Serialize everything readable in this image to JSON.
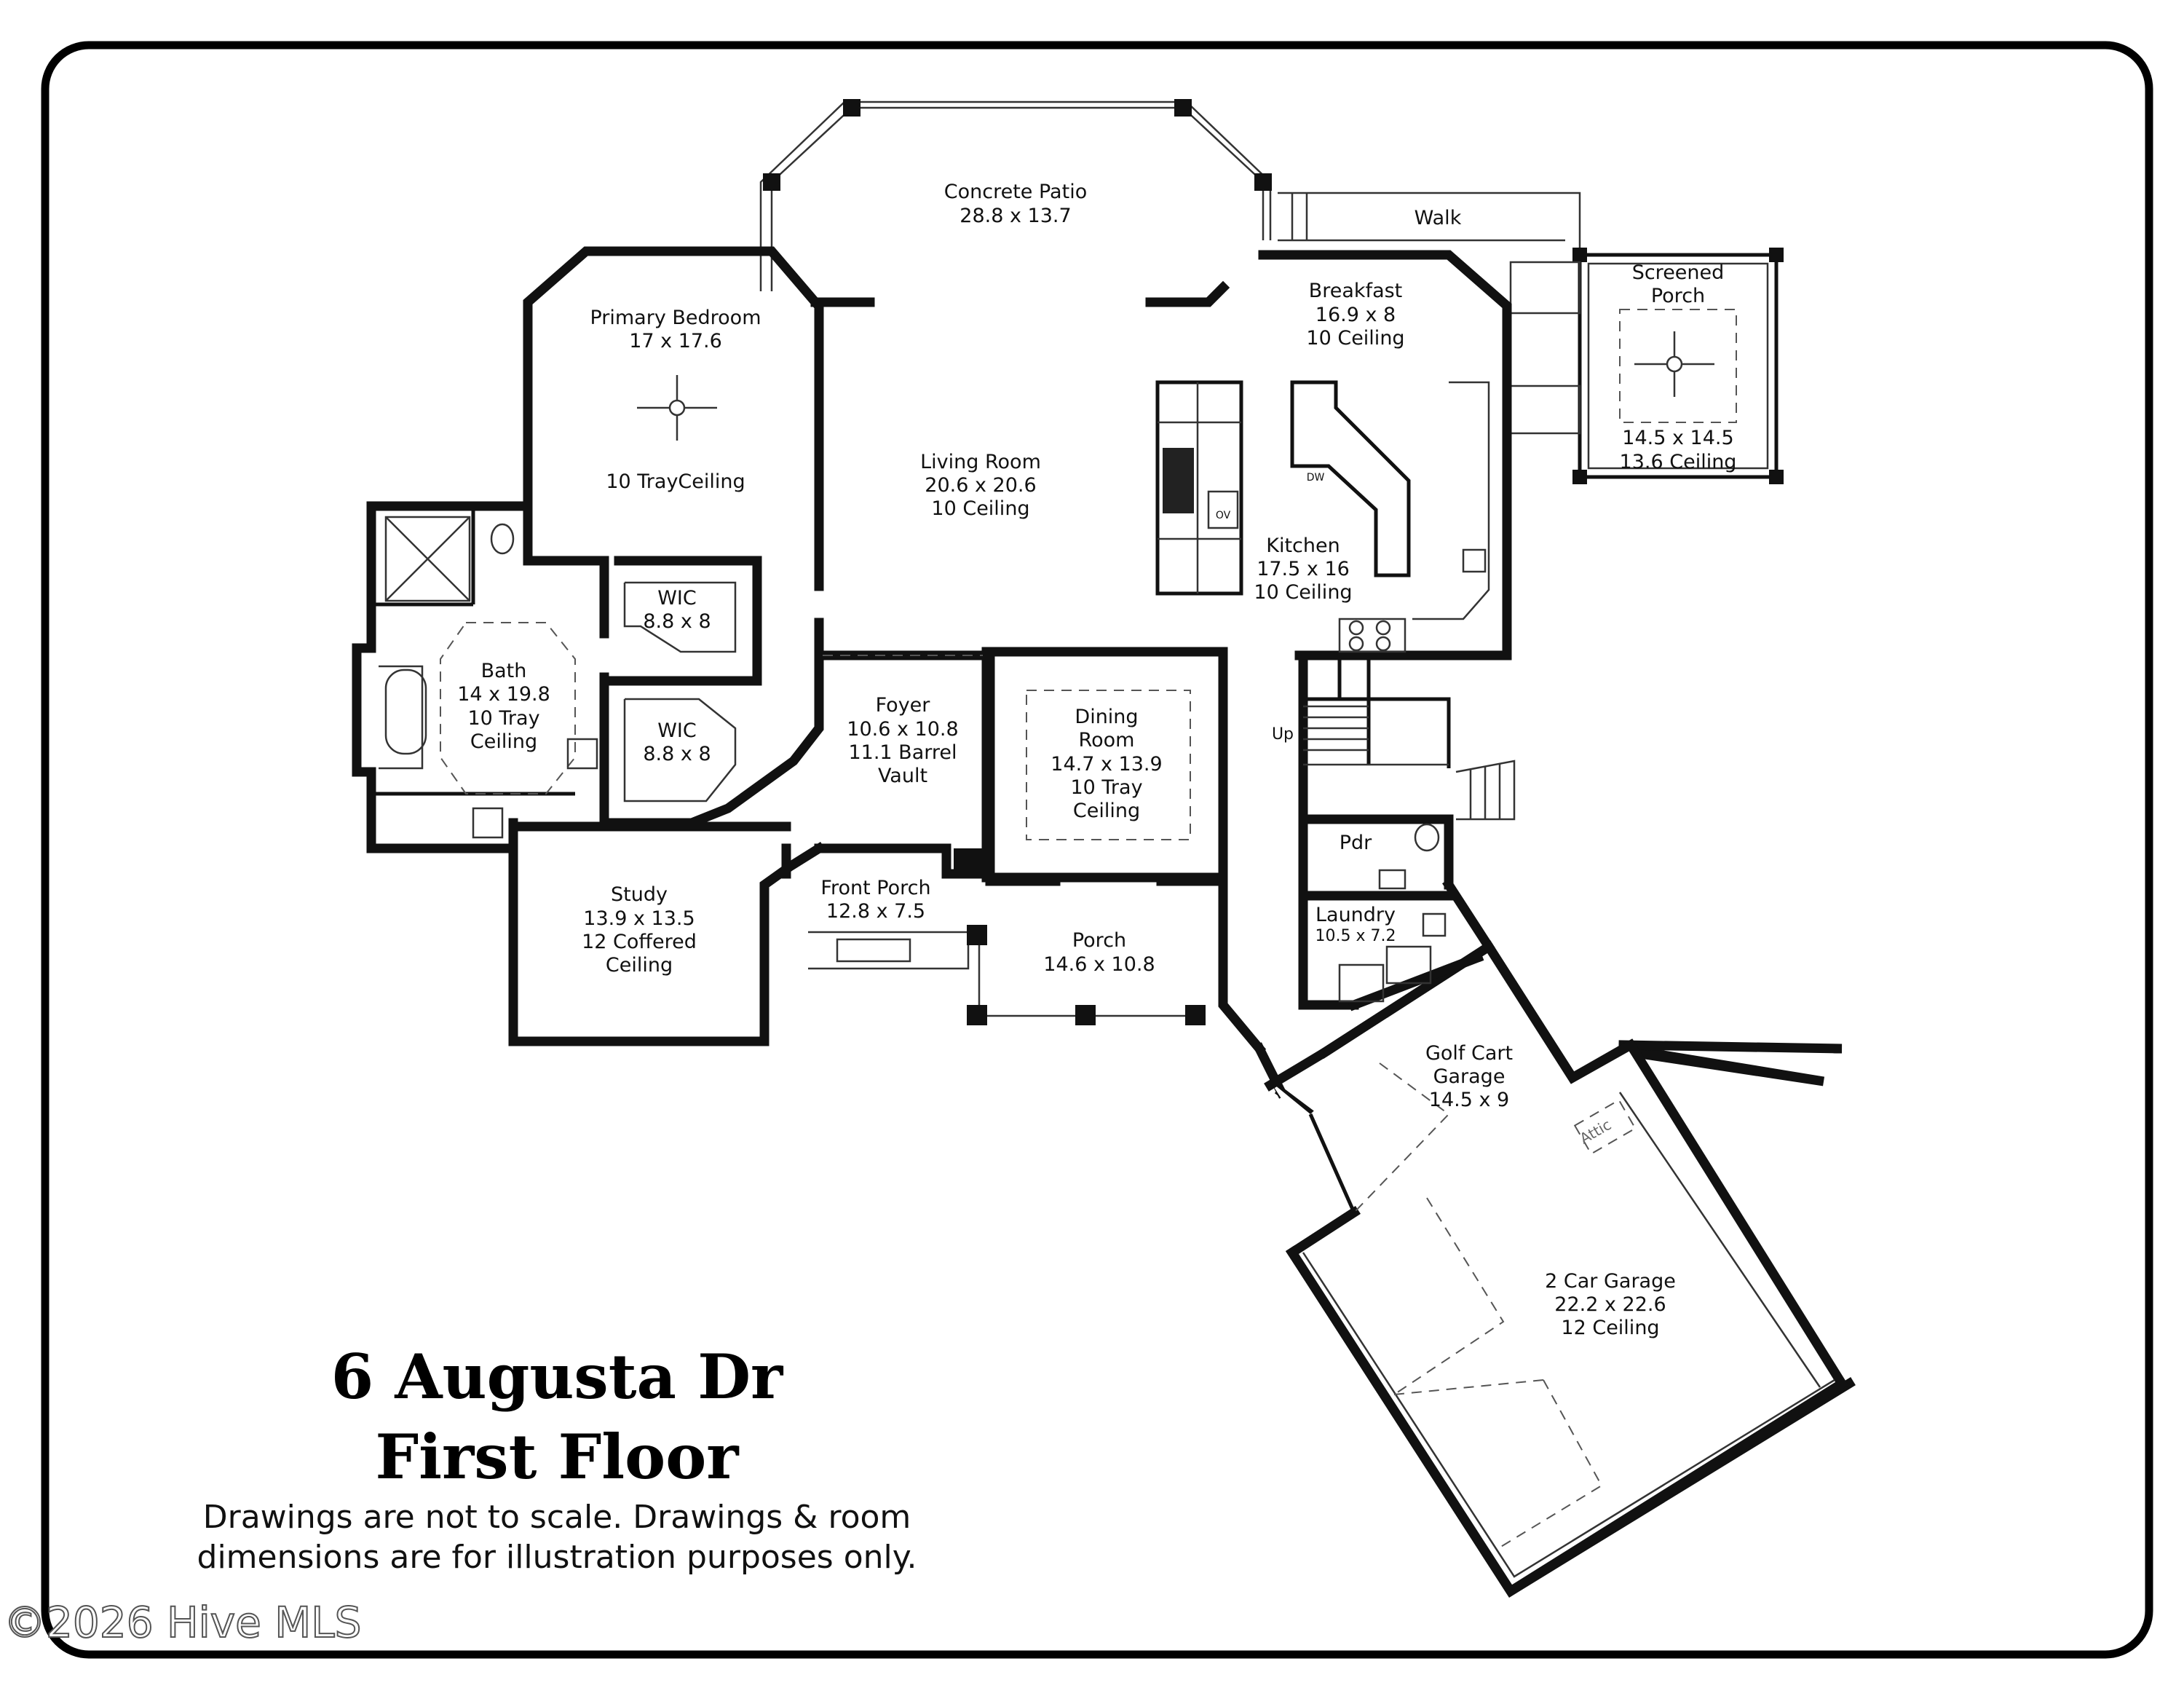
{
  "plan": {
    "title_line1": "6 Augusta Dr",
    "title_line2": "First Floor",
    "disclaimer_line1": "Drawings are not to scale. Drawings & room",
    "disclaimer_line2": "dimensions are for illustration purposes only.",
    "watermark": "©2026 Hive MLS"
  },
  "rooms": {
    "concrete_patio": {
      "name": "Concrete Patio",
      "dims": "28.8 x 13.7"
    },
    "walk": {
      "name": "Walk"
    },
    "screened_porch": {
      "name1": "Screened",
      "name2": "Porch",
      "dims": "14.5 x 14.5",
      "ceiling": "13.6 Ceiling"
    },
    "primary_bedroom": {
      "name": "Primary Bedroom",
      "dims": "17 x 17.6",
      "ceiling": "10 TrayCeiling"
    },
    "breakfast": {
      "name": "Breakfast",
      "dims": "16.9 x 8",
      "ceiling": "10 Ceiling"
    },
    "living_room": {
      "name": "Living Room",
      "dims": "20.6 x 20.6",
      "ceiling": "10 Ceiling"
    },
    "kitchen": {
      "name": "Kitchen",
      "dims": "17.5 x 16",
      "ceiling": "10 Ceiling"
    },
    "wic_upper": {
      "name": "WIC",
      "dims": "8.8 x 8"
    },
    "wic_lower": {
      "name": "WIC",
      "dims": "8.8 x 8"
    },
    "bath": {
      "name": "Bath",
      "dims": "14 x 19.8",
      "ceiling1": "10 Tray",
      "ceiling2": "Ceiling"
    },
    "foyer": {
      "name": "Foyer",
      "dims": "10.6 x 10.8",
      "ceiling1": "11.1 Barrel",
      "ceiling2": "Vault"
    },
    "dining_room": {
      "name1": "Dining",
      "name2": "Room",
      "dims": "14.7 x 13.9",
      "ceiling1": "10 Tray",
      "ceiling2": "Ceiling"
    },
    "study": {
      "name": "Study",
      "dims": "13.9 x 13.5",
      "ceiling1": "12 Coffered",
      "ceiling2": "Ceiling"
    },
    "front_porch": {
      "name": "Front Porch",
      "dims": "12.8 x 7.5"
    },
    "porch": {
      "name": "Porch",
      "dims": "14.6 x 10.8"
    },
    "pdr": {
      "name": "Pdr"
    },
    "laundry": {
      "name": "Laundry",
      "dims": "10.5 x 7.2"
    },
    "golf_cart_garage": {
      "name1": "Golf Cart",
      "name2": "Garage",
      "dims": "14.5 x 9"
    },
    "two_car_garage": {
      "name": "2 Car Garage",
      "dims": "22.2 x 22.6",
      "ceiling": "12 Ceiling"
    }
  },
  "fixtures": {
    "stairs_label": "Up",
    "dishwasher_label": "DW",
    "oven_label": "OV",
    "attic_label": "Attic"
  }
}
